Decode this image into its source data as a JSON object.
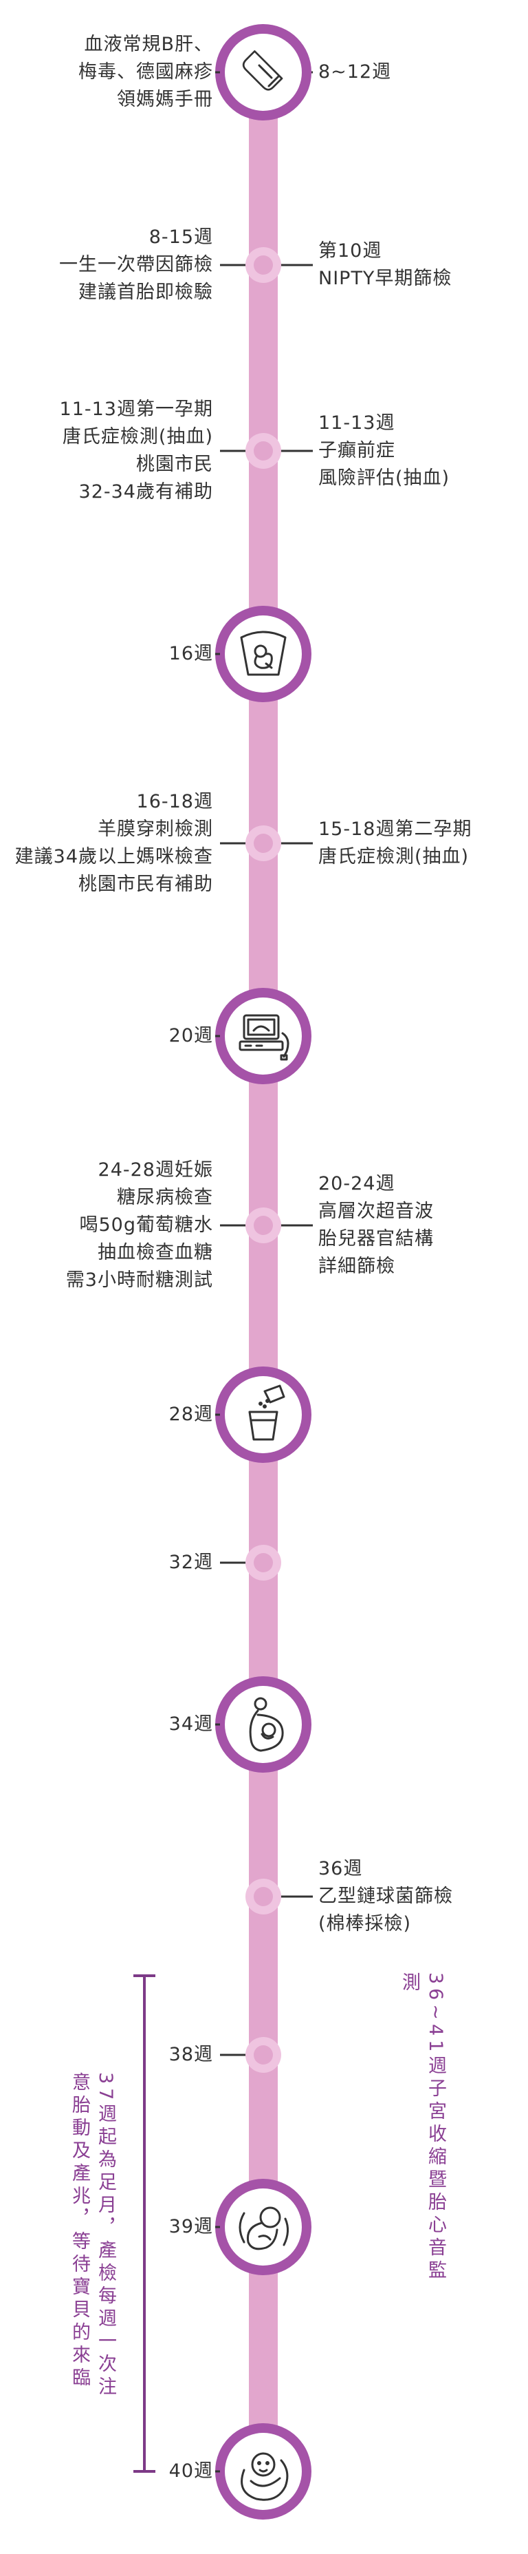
{
  "colors": {
    "track": "#e2a6cd",
    "ring": "#a553a8",
    "small_node": "#efc4e0",
    "connector": "#333333",
    "bracket": "#7d3a87",
    "text": "#333333",
    "vertical_text": "#8a3f93"
  },
  "milestones": [
    {
      "id": "m1",
      "kind": "big",
      "icon": "test-tube-icon",
      "left_text": "血液常規B肝、\n梅毒、德國麻疹\n領媽媽手冊",
      "right_text": "8~12週"
    },
    {
      "id": "m2",
      "kind": "small",
      "left_text": "8-15週\n一生一次帶因篩檢\n建議首胎即檢驗",
      "right_text": "第10週\nNIPTY早期篩檢"
    },
    {
      "id": "m3",
      "kind": "small",
      "left_text": "11-13週第一孕期\n唐氏症檢測(抽血)\n桃園市民\n32-34歲有補助",
      "right_text": "11-13週\n子癲前症\n風險評估(抽血)"
    },
    {
      "id": "m4",
      "kind": "big",
      "icon": "ultrasound-image-icon",
      "left_text": "16週"
    },
    {
      "id": "m5",
      "kind": "small",
      "left_text": "16-18週\n羊膜穿刺檢測\n建議34歲以上媽咪檢查\n桃園市民有補助",
      "right_text": "15-18週第二孕期\n唐氏症檢測(抽血)"
    },
    {
      "id": "m6",
      "kind": "big",
      "icon": "ultrasound-machine-icon",
      "left_text": "20週"
    },
    {
      "id": "m7",
      "kind": "small",
      "left_text": "24-28週妊娠\n糖尿病檢查\n喝50g葡萄糖水\n抽血檢查血糖\n需3小時耐糖測試",
      "right_text": "20-24週\n高層次超音波\n胎兒器官結構\n詳細篩檢"
    },
    {
      "id": "m8",
      "kind": "big",
      "icon": "glucose-drink-icon",
      "left_text": "28週"
    },
    {
      "id": "m9",
      "kind": "small",
      "left_text": "32週"
    },
    {
      "id": "m10",
      "kind": "big",
      "icon": "pregnant-belly-icon",
      "left_text": "34週"
    },
    {
      "id": "m11",
      "kind": "small",
      "right_text": "36週\n乙型鏈球菌篩檢\n(棉棒採檢)"
    },
    {
      "id": "m12",
      "kind": "small",
      "left_text": "38週"
    },
    {
      "id": "m13",
      "kind": "big",
      "icon": "fetus-icon",
      "left_text": "39週"
    },
    {
      "id": "m14",
      "kind": "big",
      "icon": "swaddled-baby-icon",
      "left_text": "40週"
    }
  ],
  "notes": {
    "left_note": "37週起為足月，產檢每週一次注意胎動及產兆，等待寶貝的來臨",
    "right_note": "36~41週子宮收縮暨胎心音監測"
  }
}
